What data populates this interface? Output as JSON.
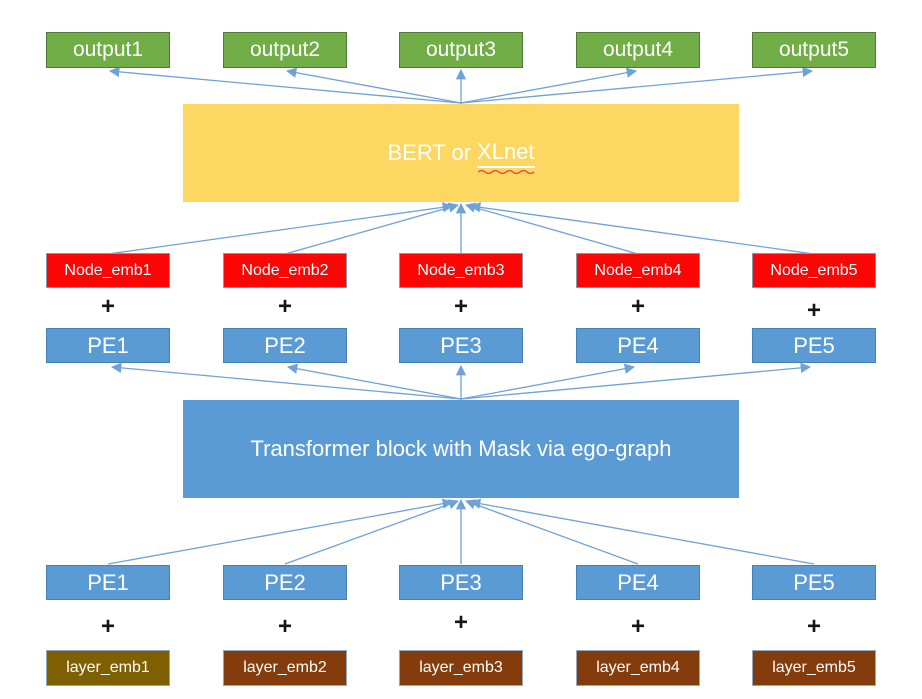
{
  "diagram_title": "",
  "colors": {
    "background": "#ffffff",
    "arrow": "#6ea2d8",
    "output_fill": "#70AD47",
    "bert_fill": "#FCD762",
    "node_emb_fill": "#FB0505",
    "pe_fill": "#5B9BD5",
    "transformer_fill": "#5B9BD5",
    "layer_emb1_fill": "#7F6000",
    "layer_emb_fill": "#843C0C",
    "box_text": "#ffffff",
    "plus_text": "#161616",
    "spellcheck_squiggle": "#e8452c"
  },
  "nodes": {
    "outputs": {
      "items": [
        "output1",
        "output2",
        "output3",
        "output4",
        "output5"
      ]
    },
    "bert": {
      "label_prefix": "BERT or",
      "label_underlined": "XLnet"
    },
    "node_emb": {
      "items": [
        "Node_emb1",
        "Node_emb2",
        "Node_emb3",
        "Node_emb4",
        "Node_emb5"
      ]
    },
    "pe_top": {
      "items": [
        "PE1",
        "PE2",
        "PE3",
        "PE4",
        "PE5"
      ]
    },
    "transformer": {
      "label": "Transformer block with Mask via ego-graph"
    },
    "pe_bottom": {
      "items": [
        "PE1",
        "PE2",
        "PE3",
        "PE4",
        "PE5"
      ]
    },
    "layer_emb": {
      "items": [
        "layer_emb1",
        "layer_emb2",
        "layer_emb3",
        "layer_emb4",
        "layer_emb5"
      ]
    }
  },
  "symbols": {
    "plus": "+"
  },
  "connections": [
    {
      "from": "BERT or XLnet",
      "to": "output1",
      "arrowhead_at": "output1"
    },
    {
      "from": "BERT or XLnet",
      "to": "output2",
      "arrowhead_at": "output2"
    },
    {
      "from": "BERT or XLnet",
      "to": "output3",
      "arrowhead_at": "output3"
    },
    {
      "from": "BERT or XLnet",
      "to": "output4",
      "arrowhead_at": "output4"
    },
    {
      "from": "BERT or XLnet",
      "to": "output5",
      "arrowhead_at": "output5"
    },
    {
      "from": "Node_emb1 + PE1 (top)",
      "to": "BERT or XLnet",
      "arrowhead_at": "BERT or XLnet"
    },
    {
      "from": "Node_emb2 + PE2 (top)",
      "to": "BERT or XLnet",
      "arrowhead_at": "BERT or XLnet"
    },
    {
      "from": "Node_emb3 + PE3 (top)",
      "to": "BERT or XLnet",
      "arrowhead_at": "BERT or XLnet"
    },
    {
      "from": "Node_emb4 + PE4 (top)",
      "to": "BERT or XLnet",
      "arrowhead_at": "BERT or XLnet"
    },
    {
      "from": "Node_emb5 + PE5 (top)",
      "to": "BERT or XLnet",
      "arrowhead_at": "BERT or XLnet"
    },
    {
      "from": "Transformer block",
      "to": "PE1 (top)",
      "arrowhead_at": "PE1 (top)"
    },
    {
      "from": "Transformer block",
      "to": "PE2 (top)",
      "arrowhead_at": "PE2 (top)"
    },
    {
      "from": "Transformer block",
      "to": "PE3 (top)",
      "arrowhead_at": "PE3 (top)"
    },
    {
      "from": "Transformer block",
      "to": "PE4 (top)",
      "arrowhead_at": "PE4 (top)"
    },
    {
      "from": "Transformer block",
      "to": "PE5 (top)",
      "arrowhead_at": "PE5 (top)"
    },
    {
      "from": "PE1 (bottom) + layer_emb1",
      "to": "Transformer block",
      "arrowhead_at": "Transformer block"
    },
    {
      "from": "PE2 (bottom) + layer_emb2",
      "to": "Transformer block",
      "arrowhead_at": "Transformer block"
    },
    {
      "from": "PE3 (bottom) + layer_emb3",
      "to": "Transformer block",
      "arrowhead_at": "Transformer block"
    },
    {
      "from": "PE4 (bottom) + layer_emb4",
      "to": "Transformer block",
      "arrowhead_at": "Transformer block"
    },
    {
      "from": "PE5 (bottom) + layer_emb5",
      "to": "Transformer block",
      "arrowhead_at": "Transformer block"
    }
  ]
}
